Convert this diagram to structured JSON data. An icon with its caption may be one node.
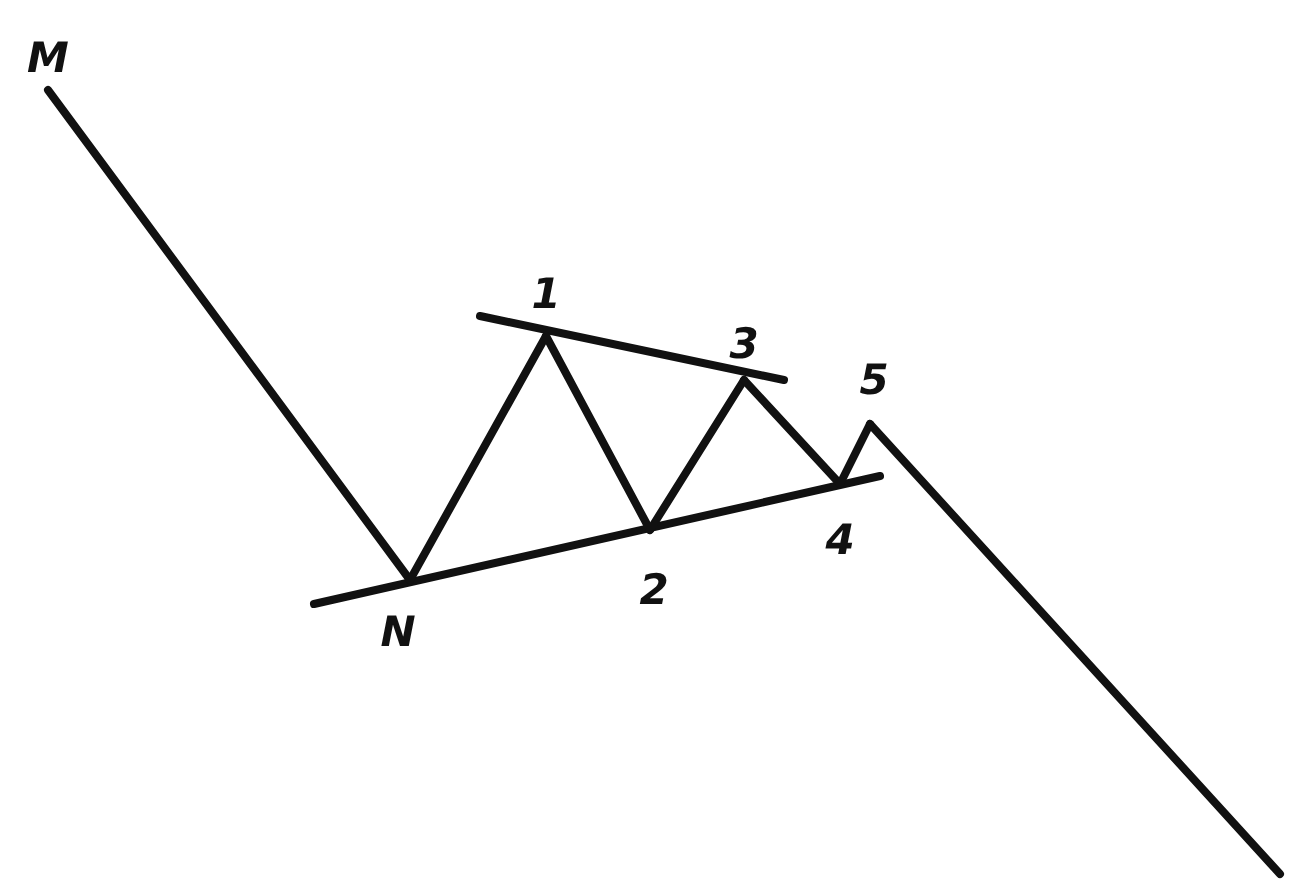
{
  "diagram": {
    "nodes": [
      {
        "text": [
          "M"
        ]
      },
      {
        "text": [
          "N"
        ]
      },
      {
        "text": [
          "1"
        ]
      },
      {
        "text": [
          "2"
        ]
      },
      {
        "text": [
          "3"
        ]
      },
      {
        "text": [
          "4"
        ]
      },
      {
        "text": [
          "5"
        ]
      }
    ],
    "edges": [
      {
        "from": 0,
        "to": 1,
        "arrow": "none"
      },
      {
        "from": 1,
        "to": 2,
        "arrow": "none"
      },
      {
        "from": 2,
        "to": 3,
        "arrow": "none"
      },
      {
        "from": 3,
        "to": 4,
        "arrow": "none"
      },
      {
        "from": 4,
        "to": 5,
        "arrow": "none"
      },
      {
        "from": 5,
        "to": 6,
        "arrow": "none"
      },
      {
        "from": 6,
        "to": null,
        "arrow": "none"
      }
    ]
  }
}
